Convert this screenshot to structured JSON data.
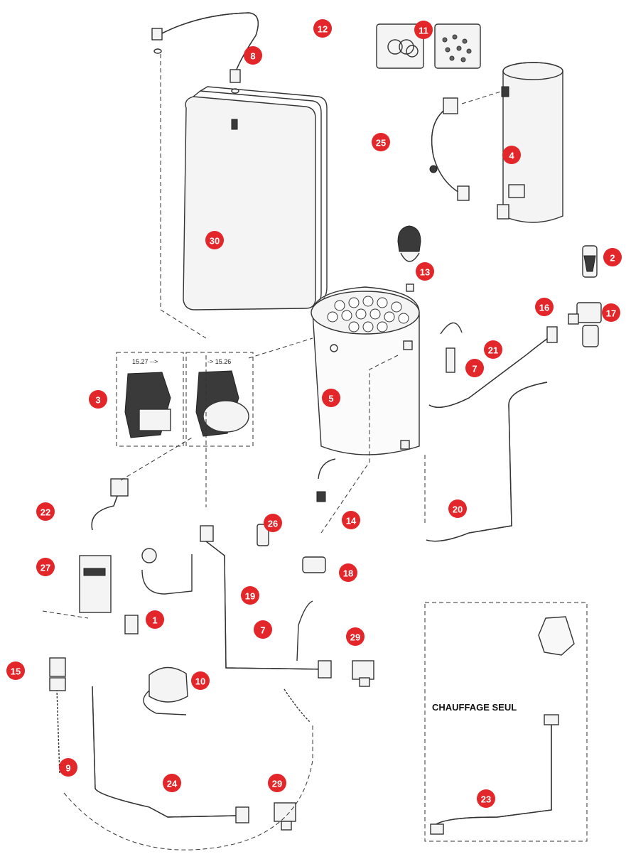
{
  "pump_box": {
    "left_label": "15.27 -->",
    "right_label": "-> 15.26"
  },
  "inset": {
    "caption": "CHAUFFAGE SEUL"
  },
  "callout_color": "#e3262a",
  "callouts": [
    {
      "id": "c1",
      "label": "1"
    },
    {
      "id": "c2",
      "label": "2"
    },
    {
      "id": "c3",
      "label": "3"
    },
    {
      "id": "c4",
      "label": "4"
    },
    {
      "id": "c5",
      "label": "5"
    },
    {
      "id": "c7a",
      "label": "7"
    },
    {
      "id": "c7b",
      "label": "7"
    },
    {
      "id": "c8",
      "label": "8"
    },
    {
      "id": "c9",
      "label": "9"
    },
    {
      "id": "c10",
      "label": "10"
    },
    {
      "id": "c11",
      "label": "11"
    },
    {
      "id": "c12",
      "label": "12"
    },
    {
      "id": "c13",
      "label": "13"
    },
    {
      "id": "c14",
      "label": "14"
    },
    {
      "id": "c15",
      "label": "15"
    },
    {
      "id": "c16",
      "label": "16"
    },
    {
      "id": "c17",
      "label": "17"
    },
    {
      "id": "c18",
      "label": "18"
    },
    {
      "id": "c19",
      "label": "19"
    },
    {
      "id": "c20",
      "label": "20"
    },
    {
      "id": "c21",
      "label": "21"
    },
    {
      "id": "c22",
      "label": "22"
    },
    {
      "id": "c23",
      "label": "23"
    },
    {
      "id": "c24",
      "label": "24"
    },
    {
      "id": "c25",
      "label": "25"
    },
    {
      "id": "c26",
      "label": "26"
    },
    {
      "id": "c27",
      "label": "27"
    },
    {
      "id": "c29a",
      "label": "29"
    },
    {
      "id": "c29b",
      "label": "29"
    },
    {
      "id": "c30",
      "label": "30"
    }
  ]
}
